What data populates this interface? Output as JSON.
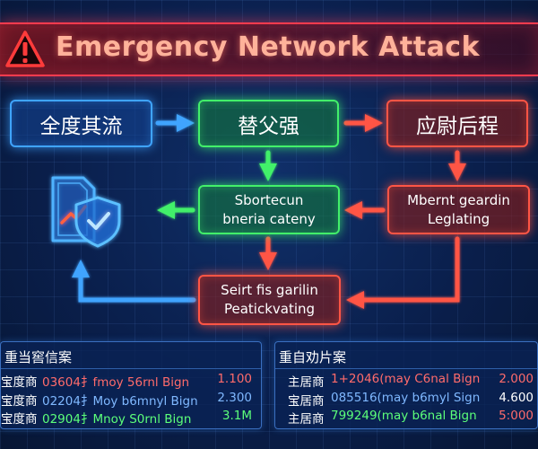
{
  "title": "Emergency Network Attack",
  "nodes": {
    "n1": {
      "text": "全度其流"
    },
    "n2": {
      "text": "替父强"
    },
    "n3": {
      "text": "应尉后程"
    },
    "n4": {
      "line1": "Sbortecun",
      "line2": "bneria cateny"
    },
    "n5": {
      "line1": "Mbernt geardin",
      "line2": "Leglating"
    },
    "n6": {
      "line1": "Seirt fis garilin",
      "line2": "Peatickvating"
    }
  },
  "colors": {
    "blue": "#3fa4ff",
    "green": "#42f06a",
    "red": "#ff5545",
    "title_text": "#ffb29a"
  },
  "icons": [
    "warning-triangle-icon",
    "shield-check-icon",
    "document-chart-icon"
  ],
  "panels": {
    "left": {
      "title": "重当窖信案",
      "rows": [
        {
          "label": "宝度商",
          "code": "03604扌fmoy 56rnl Bign",
          "value": "1.100",
          "code_color": "red",
          "value_color": "red"
        },
        {
          "label": "宝度商",
          "code": "02204扌Moy b6mnyl Bign",
          "value": "2.300",
          "code_color": "blue",
          "value_color": "blue"
        },
        {
          "label": "宝度商",
          "code": "02904扌Mnoy S0rnl Bign",
          "value": "3.1M",
          "code_color": "green",
          "value_color": "green"
        }
      ]
    },
    "right": {
      "title": "重自劝片案",
      "rows": [
        {
          "label": "主居商",
          "code": "1+2046(may C6nal Bign",
          "value": "2.000",
          "code_color": "red",
          "value_color": "red"
        },
        {
          "label": "宝居商",
          "code": "085516(may b6myl Sign",
          "value": "4.600",
          "code_color": "blue",
          "value_color": "white"
        },
        {
          "label": "主居商",
          "code": "799249(may b6nal Bign",
          "value": "5:000",
          "code_color": "green",
          "value_color": "red"
        }
      ]
    }
  }
}
